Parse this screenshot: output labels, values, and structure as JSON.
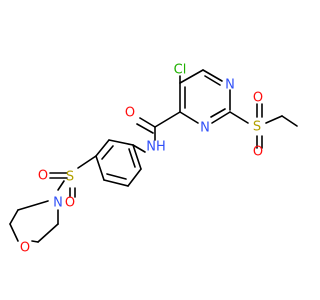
{
  "molecule": {
    "atoms": {
      "cl": "Cl",
      "o_amide": "O",
      "n_pyr_top": "N",
      "n_pyr_bot": "N",
      "nh": "NH",
      "s_ethyl": "S",
      "o_s_ethyl_top": "O",
      "o_s_ethyl_bot": "O",
      "s_morph": "S",
      "o_s_morph_left": "O",
      "o_s_morph_bot": "O",
      "n_morph": "N",
      "o_morph": "O"
    },
    "colors": {
      "carbon_bonds": "#000000",
      "oxygen": "#ff0d0d",
      "nitrogen": "#3050f8",
      "sulfur": "#b2a000",
      "chlorine": "#1fb000"
    }
  }
}
